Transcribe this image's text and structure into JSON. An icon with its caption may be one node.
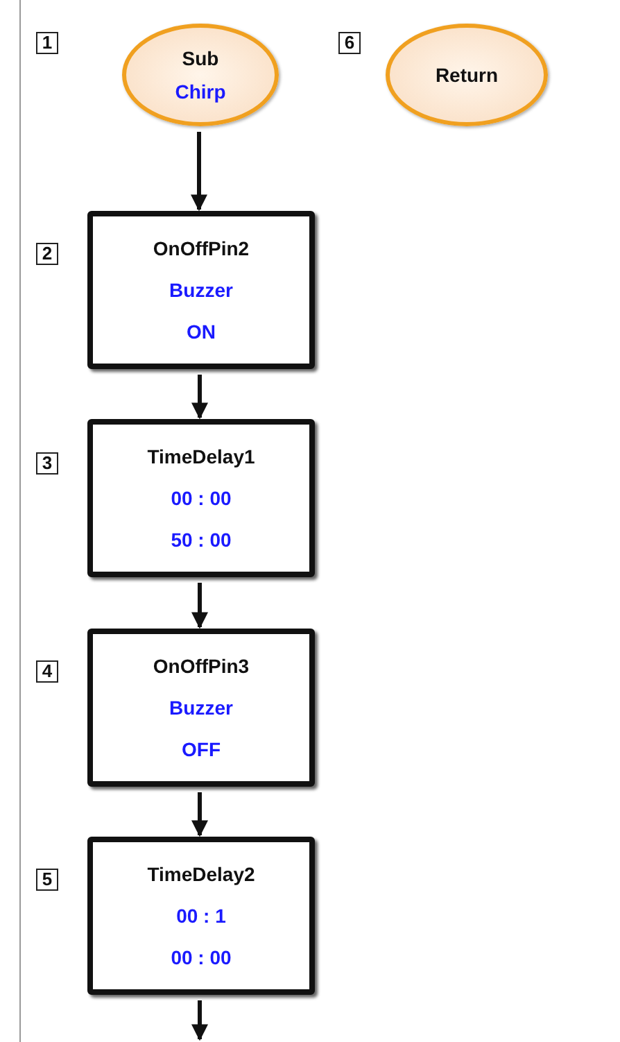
{
  "diagram": {
    "nodes": [
      {
        "text": [
          "Sub",
          "Chirp"
        ],
        "beside": [
          "1"
        ]
      },
      {
        "text": [
          "OnOffPin2",
          "Buzzer",
          "ON"
        ],
        "beside": [
          "2"
        ]
      },
      {
        "text": [
          "TimeDelay1",
          "00 : 00",
          "50 : 00"
        ],
        "beside": [
          "3"
        ]
      },
      {
        "text": [
          "OnOffPin3",
          "Buzzer",
          "OFF"
        ],
        "beside": [
          "4"
        ]
      },
      {
        "text": [
          "TimeDelay2",
          "00 : 1",
          "00 : 00"
        ],
        "beside": [
          "5"
        ]
      },
      {
        "text": [
          "Return"
        ],
        "beside": [
          "6"
        ]
      }
    ],
    "edges": [
      {
        "from": 0,
        "to": 1,
        "arrow": "to"
      },
      {
        "from": 1,
        "to": 2,
        "arrow": "to"
      },
      {
        "from": 2,
        "to": 3,
        "arrow": "to"
      },
      {
        "from": 3,
        "to": 4,
        "arrow": "to"
      },
      {
        "from": 4,
        "to": null,
        "arrow": "to"
      }
    ]
  }
}
